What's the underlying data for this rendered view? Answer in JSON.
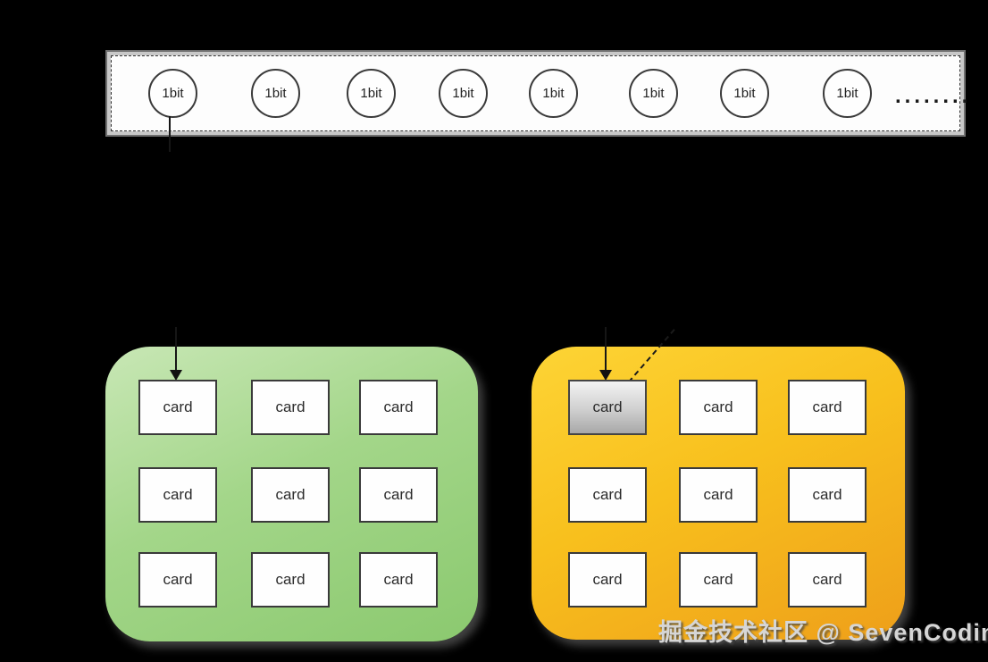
{
  "bit_strip": {
    "bits": [
      "1bit",
      "1bit",
      "1bit",
      "1bit",
      "1bit",
      "1bit",
      "1bit",
      "1bit"
    ],
    "ellipsis": "........"
  },
  "panels": {
    "green": {
      "cards": [
        "card",
        "card",
        "card",
        "card",
        "card",
        "card",
        "card",
        "card",
        "card"
      ]
    },
    "orange": {
      "cards": [
        "card",
        "card",
        "card",
        "card",
        "card",
        "card",
        "card",
        "card",
        "card"
      ],
      "highlighted_card_index": 0
    }
  },
  "watermark": {
    "text": "掘金技术社区 @ SevenCoding"
  },
  "colors": {
    "background": "#000000",
    "strip_fill": "#fdfdfd",
    "strip_border": "#c8c8c8",
    "green_panel_light": "#c8e7b5",
    "green_panel_dark": "#8bc96f",
    "orange_panel_light": "#fdd435",
    "orange_panel_dark": "#ee9f1a",
    "card_fill": "#fefefe",
    "card_border": "#3a3a3a",
    "highlighted_card_light": "#f3f3f3",
    "highlighted_card_dark": "#a8a8a8",
    "connector": "#1a1a1a",
    "watermark_text": "#d6d6d6"
  }
}
